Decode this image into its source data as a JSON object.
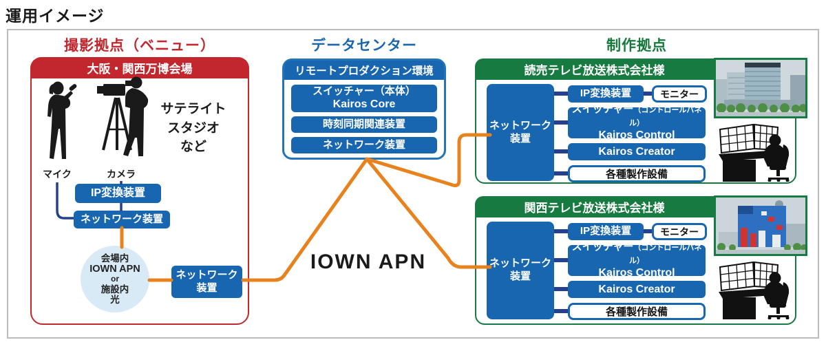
{
  "title": "運用イメージ",
  "colors": {
    "red": "#c1272d",
    "device_blue": "#1766af",
    "dc_border_blue": "#2273b8",
    "green": "#177a40",
    "orange": "#e8821e",
    "navy_connector": "#24418f",
    "circle_fill": "#d9eaf7"
  },
  "venue": {
    "section_title": "撮影拠点（ベニュー）",
    "header": "大阪・関西万博会場",
    "mic_label": "マイク",
    "camera_label": "カメラ",
    "studio_note": {
      "l1": "サテライト",
      "l2": "スタジオ",
      "l3": "など"
    },
    "ip_converter_label": "IP変換装置",
    "network_device_label": "ネットワーク装置",
    "circle": {
      "l1": "会場内",
      "l2": "IOWN APN",
      "l3": "or",
      "l4": "施設内",
      "l5": "光"
    },
    "edge_network": {
      "l1": "ネットワーク",
      "l2": "装置"
    }
  },
  "datacenter": {
    "section_title": "データセンター",
    "header": "リモートプロダクション環境",
    "switcher": {
      "l1": "スイッチャー（本体）",
      "l2": "Kairos Core"
    },
    "time_sync_label": "時刻同期関連装置",
    "network_label": "ネットワーク装置"
  },
  "apn_label": "IOWN APN",
  "production": {
    "section_title": "制作拠点",
    "sites": [
      {
        "header": "読売テレビ放送株式会社様",
        "network": {
          "l1": "ネットワーク",
          "l2": "装置"
        },
        "ip_converter": "IP変換装置",
        "monitor": "モニター",
        "switcher": {
          "main": "スイッチャー",
          "paren": "（コントロールパネル）",
          "sub": "Kairos Control"
        },
        "creator": "Kairos Creator",
        "facilities": "各種製作設備"
      },
      {
        "header": "関西テレビ放送株式会社様",
        "network": {
          "l1": "ネットワーク",
          "l2": "装置"
        },
        "ip_converter": "IP変換装置",
        "monitor": "モニター",
        "switcher": {
          "main": "スイッチャー",
          "paren": "（コントロールパネル）",
          "sub": "Kairos Control"
        },
        "creator": "Kairos Creator",
        "facilities": "各種製作設備"
      }
    ]
  }
}
